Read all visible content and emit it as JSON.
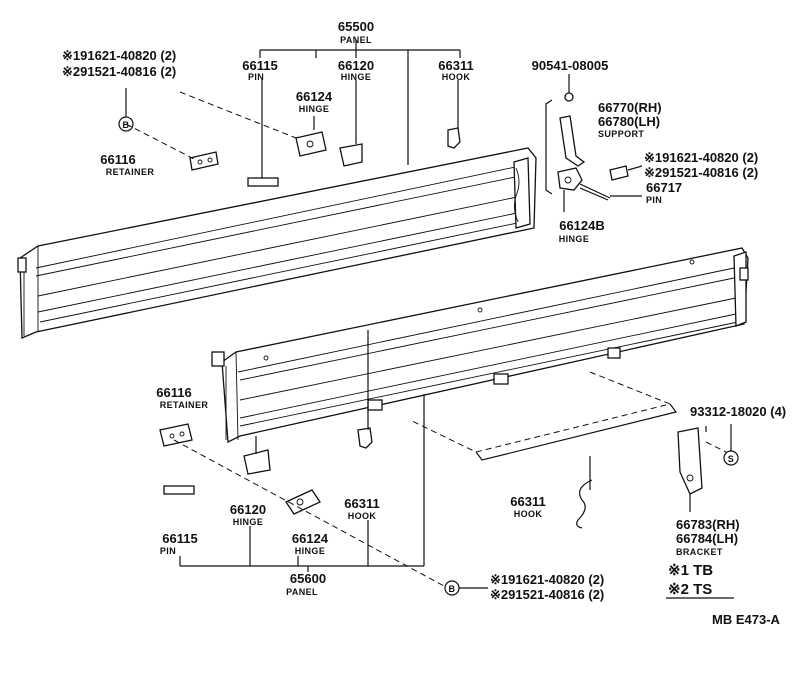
{
  "labels": {
    "p65500": "65500",
    "p65500_name": "PANEL",
    "p66115_top": "66115",
    "p66115_top_name": "PIN",
    "p66124_top": "66124",
    "p66124_top_name": "HINGE",
    "p66120_top": "66120",
    "p66120_top_name": "HINGE",
    "p66311_top": "66311",
    "p66311_top_name": "HOOK",
    "bolt_top_1": "※191621-40820 (2)",
    "bolt_top_2": "※291521-40816 (2)",
    "marker_b": "B",
    "p66116_top": "66116",
    "p66116_top_name": "RETAINER",
    "p90541": "90541-08005",
    "p66770": "66770(RH)",
    "p66780": "66780(LH)",
    "p66770_name": "SUPPORT",
    "bolt_right_1": "※191621-40820 (2)",
    "bolt_right_2": "※291521-40816 (2)",
    "p66717": "66717",
    "p66717_name": "PIN",
    "p66124b": "66124B",
    "p66124b_name": "HINGE",
    "p66116_bot": "66116",
    "p66116_bot_name": "RETAINER",
    "p93312": "93312-18020 (4)",
    "marker_s": "S",
    "p66311_mid": "66311",
    "p66311_mid_name": "HOOK",
    "p66311_right": "66311",
    "p66311_right_name": "HOOK",
    "p66120_bot": "66120",
    "p66120_bot_name": "HINGE",
    "p66115_bot": "66115",
    "p66115_bot_name": "PIN",
    "p66124_bot": "66124",
    "p66124_bot_name": "HINGE",
    "p65600": "65600",
    "p65600_name": "PANEL",
    "p66783": "66783(RH)",
    "p66784": "66784(LH)",
    "p66783_name": "BRACKET",
    "bolt_bot_1": "※191621-40820 (2)",
    "bolt_bot_2": "※291521-40816 (2)",
    "legend_1": "※1 TB",
    "legend_2": "※2 TS",
    "diagram_code": "MB  E473-A"
  }
}
